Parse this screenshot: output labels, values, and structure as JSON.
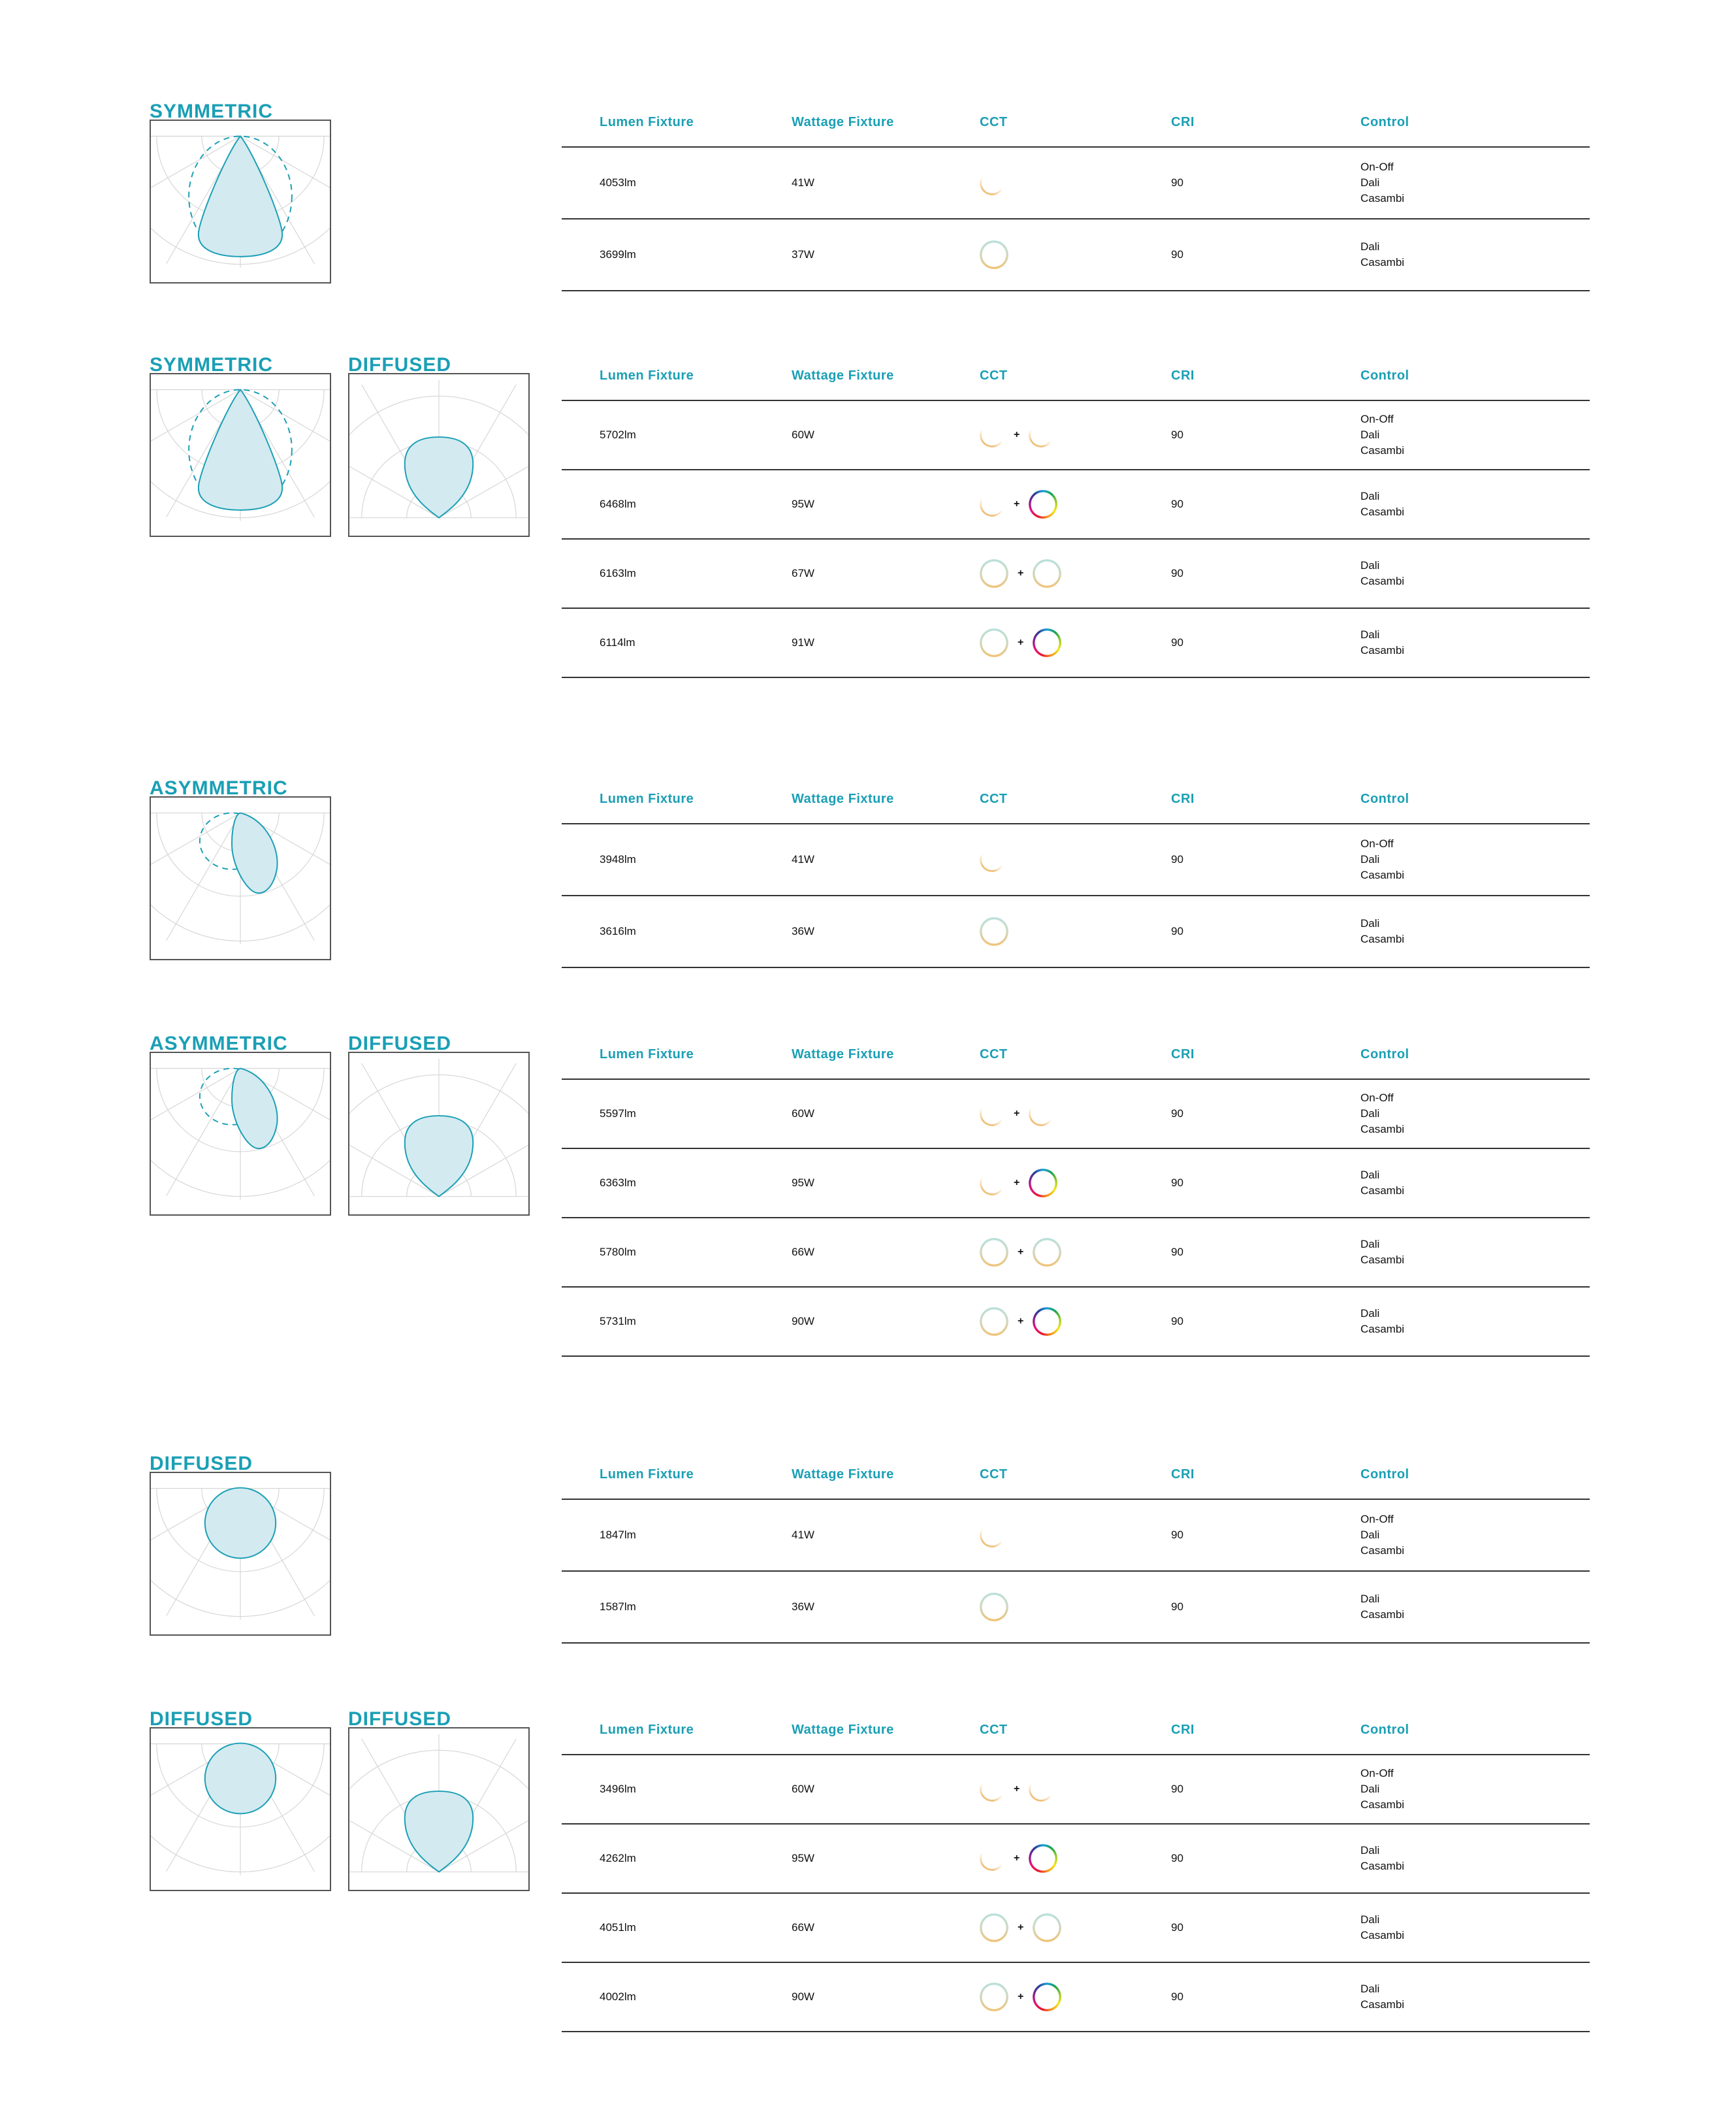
{
  "colors": {
    "accent": "#1a9fb5",
    "lobe_fill": "#d3eaf0",
    "warm": "#efc07a"
  },
  "table_headers": [
    "Lumen Fixture",
    "Wattage Fixture",
    "CCT",
    "CRI",
    "Control"
  ],
  "cct_plus": "+",
  "sections": [
    {
      "diagrams": [
        {
          "label": "SYMMETRIC",
          "type": "symmetric"
        }
      ],
      "rows": [
        {
          "lumen": "4053lm",
          "wattage": "41W",
          "cct": [
            "warm-crescent"
          ],
          "cri": "90",
          "control": [
            "On-Off",
            "Dali",
            "Casambi"
          ]
        },
        {
          "lumen": "3699lm",
          "wattage": "37W",
          "cct": [
            "tunable-ring"
          ],
          "cri": "90",
          "control": [
            "Dali",
            "Casambi"
          ]
        }
      ]
    },
    {
      "diagrams": [
        {
          "label": "SYMMETRIC",
          "type": "symmetric"
        },
        {
          "label": "DIFFUSED",
          "type": "diffused-up"
        }
      ],
      "rows": [
        {
          "lumen": "5702lm",
          "wattage": "60W",
          "cct": [
            "warm-crescent",
            "warm-crescent"
          ],
          "cri": "90",
          "control": [
            "On-Off",
            "Dali",
            "Casambi"
          ]
        },
        {
          "lumen": "6468lm",
          "wattage": "95W",
          "cct": [
            "warm-crescent",
            "rgb-ring"
          ],
          "cri": "90",
          "control": [
            "Dali",
            "Casambi"
          ]
        },
        {
          "lumen": "6163lm",
          "wattage": "67W",
          "cct": [
            "tunable-ring",
            "tunable-ring"
          ],
          "cri": "90",
          "control": [
            "Dali",
            "Casambi"
          ]
        },
        {
          "lumen": "6114lm",
          "wattage": "91W",
          "cct": [
            "tunable-ring",
            "rgb-ring"
          ],
          "cri": "90",
          "control": [
            "Dali",
            "Casambi"
          ]
        }
      ]
    },
    {
      "diagrams": [
        {
          "label": "ASYMMETRIC",
          "type": "asymmetric"
        }
      ],
      "rows": [
        {
          "lumen": "3948lm",
          "wattage": "41W",
          "cct": [
            "warm-crescent"
          ],
          "cri": "90",
          "control": [
            "On-Off",
            "Dali",
            "Casambi"
          ]
        },
        {
          "lumen": "3616lm",
          "wattage": "36W",
          "cct": [
            "tunable-ring"
          ],
          "cri": "90",
          "control": [
            "Dali",
            "Casambi"
          ]
        }
      ]
    },
    {
      "diagrams": [
        {
          "label": "ASYMMETRIC",
          "type": "asymmetric"
        },
        {
          "label": "DIFFUSED",
          "type": "diffused-up"
        }
      ],
      "rows": [
        {
          "lumen": "5597lm",
          "wattage": "60W",
          "cct": [
            "warm-crescent",
            "warm-crescent"
          ],
          "cri": "90",
          "control": [
            "On-Off",
            "Dali",
            "Casambi"
          ]
        },
        {
          "lumen": "6363lm",
          "wattage": "95W",
          "cct": [
            "warm-crescent",
            "rgb-ring"
          ],
          "cri": "90",
          "control": [
            "Dali",
            "Casambi"
          ]
        },
        {
          "lumen": "5780lm",
          "wattage": "66W",
          "cct": [
            "tunable-ring",
            "tunable-ring"
          ],
          "cri": "90",
          "control": [
            "Dali",
            "Casambi"
          ]
        },
        {
          "lumen": "5731lm",
          "wattage": "90W",
          "cct": [
            "tunable-ring",
            "rgb-ring"
          ],
          "cri": "90",
          "control": [
            "Dali",
            "Casambi"
          ]
        }
      ]
    },
    {
      "diagrams": [
        {
          "label": "DIFFUSED",
          "type": "diffused-down"
        }
      ],
      "rows": [
        {
          "lumen": "1847lm",
          "wattage": "41W",
          "cct": [
            "warm-crescent"
          ],
          "cri": "90",
          "control": [
            "On-Off",
            "Dali",
            "Casambi"
          ]
        },
        {
          "lumen": "1587lm",
          "wattage": "36W",
          "cct": [
            "tunable-ring"
          ],
          "cri": "90",
          "control": [
            "Dali",
            "Casambi"
          ]
        }
      ]
    },
    {
      "diagrams": [
        {
          "label": "DIFFUSED",
          "type": "diffused-down"
        },
        {
          "label": "DIFFUSED",
          "type": "diffused-up"
        }
      ],
      "rows": [
        {
          "lumen": "3496lm",
          "wattage": "60W",
          "cct": [
            "warm-crescent",
            "warm-crescent"
          ],
          "cri": "90",
          "control": [
            "On-Off",
            "Dali",
            "Casambi"
          ]
        },
        {
          "lumen": "4262lm",
          "wattage": "95W",
          "cct": [
            "warm-crescent",
            "rgb-ring"
          ],
          "cri": "90",
          "control": [
            "Dali",
            "Casambi"
          ]
        },
        {
          "lumen": "4051lm",
          "wattage": "66W",
          "cct": [
            "tunable-ring",
            "tunable-ring"
          ],
          "cri": "90",
          "control": [
            "Dali",
            "Casambi"
          ]
        },
        {
          "lumen": "4002lm",
          "wattage": "90W",
          "cct": [
            "tunable-ring",
            "rgb-ring"
          ],
          "cri": "90",
          "control": [
            "Dali",
            "Casambi"
          ]
        }
      ]
    }
  ]
}
